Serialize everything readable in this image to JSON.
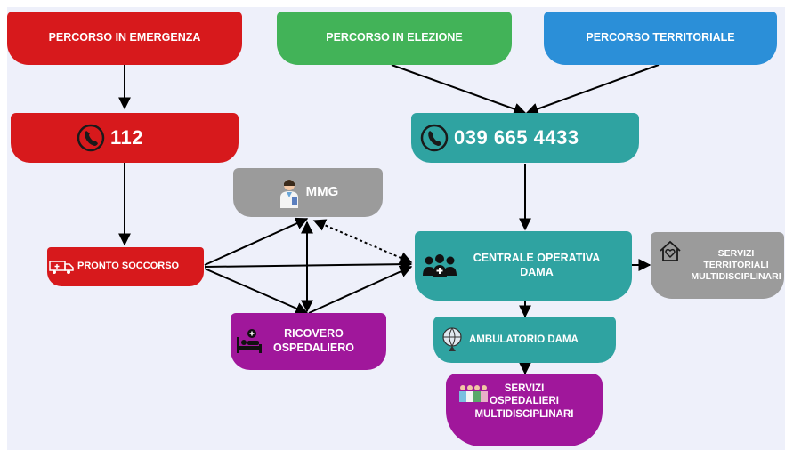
{
  "nodes": {
    "emergenza": "PERCORSO IN EMERGENZA",
    "elezione": "PERCORSO IN ELEZIONE",
    "territoriale": "PERCORSO TERRITORIALE",
    "phone112": "112",
    "phoneDama": "039 665 4433",
    "mmg": "MMG",
    "pronto": "PRONTO SOCCORSO",
    "centrale": "CENTRALE OPERATIVA\nDAMA",
    "servizi_terr": "SERVIZI\nTERRITORIALI\nMULTIDISCIPLINARI",
    "ricovero": "RICOVERO\nOSPEDALIERO",
    "ambulatorio": "AMBULATORIO DAMA",
    "servizi_osp": "SERVIZI\nOSPEDALIERI\nMULTIDISCIPLINARI"
  },
  "colors": {
    "red": "#d7191c",
    "green": "#42b358",
    "blue": "#2b8fd8",
    "teal": "#2fa3a1",
    "gray": "#9b9b9b",
    "purple": "#a0179b"
  },
  "icons": {
    "phone": "phone-icon",
    "ambulance": "ambulance-icon",
    "doctor": "doctor-icon",
    "team": "medical-team-icon",
    "bed": "hospital-bed-icon",
    "location": "location-globe-icon",
    "home": "home-heart-icon",
    "staff": "medical-staff-icon"
  }
}
